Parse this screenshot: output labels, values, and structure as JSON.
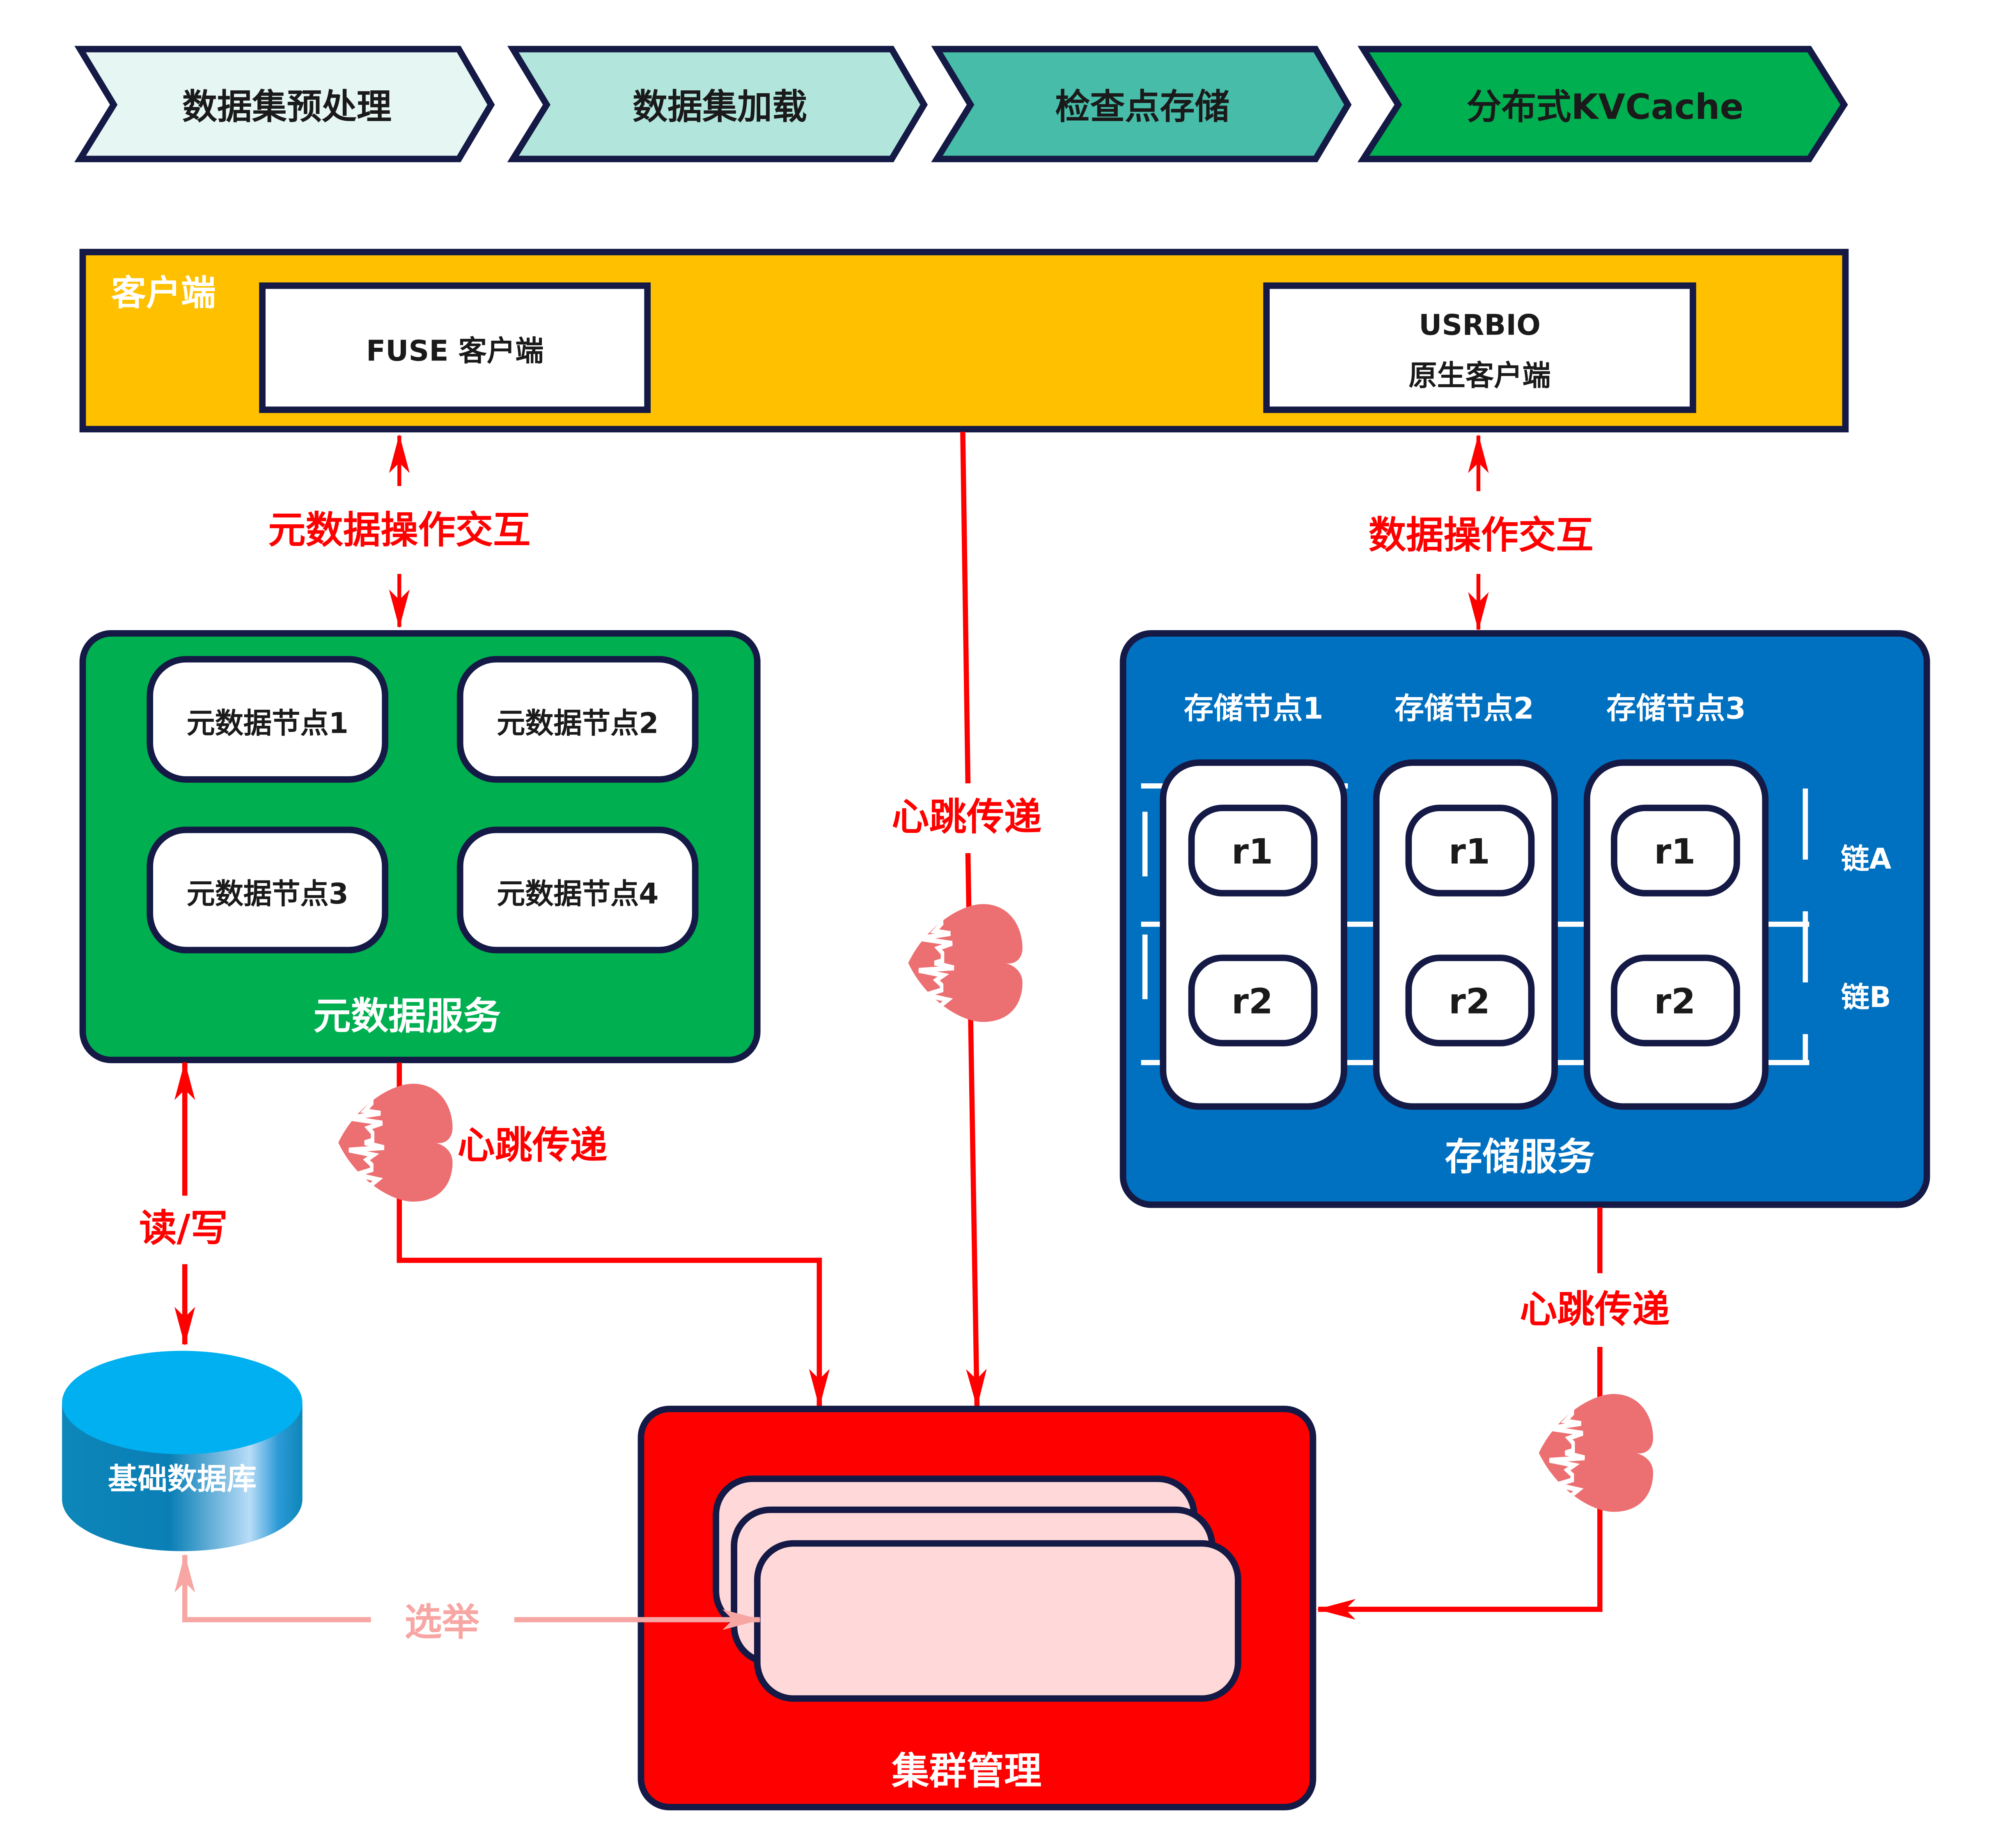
{
  "pipeline": {
    "steps": [
      {
        "label": "数据集预处理",
        "color": "#e6f6f3"
      },
      {
        "label": "数据集加载",
        "color": "#b2e6dd"
      },
      {
        "label": "检查点存储",
        "color": "#47bca9"
      },
      {
        "label": "分布式KVCache",
        "color": "#00af50"
      }
    ]
  },
  "client": {
    "title": "客户端",
    "color": "#ffc000",
    "fuse_label": "FUSE 客户端",
    "usrbio_line1": "USRBIO",
    "usrbio_line2": "原生客户端"
  },
  "links": {
    "meta_interaction": "元数据操作交互",
    "data_interaction": "数据操作交互",
    "heartbeat_center": "心跳传递",
    "heartbeat_meta": "心跳传递",
    "heartbeat_storage": "心跳传递",
    "read_write": "读/写",
    "election": "选举"
  },
  "metadata_service": {
    "title": "元数据服务",
    "color": "#00af50",
    "nodes": [
      "元数据节点1",
      "元数据节点2",
      "元数据节点3",
      "元数据节点4"
    ]
  },
  "storage_service": {
    "title": "存储服务",
    "color": "#0070c0",
    "nodes": [
      {
        "label": "存储节点1",
        "replicas": [
          "r1",
          "r2"
        ]
      },
      {
        "label": "存储节点2",
        "replicas": [
          "r1",
          "r2"
        ]
      },
      {
        "label": "存储节点3",
        "replicas": [
          "r1",
          "r2"
        ]
      }
    ],
    "chains": [
      "链A",
      "链B"
    ]
  },
  "database": {
    "label": "基础数据库",
    "color": "#00b0f0"
  },
  "cluster": {
    "title": "集群管理",
    "color": "#ff0000",
    "card_color": "#ffd9d9"
  },
  "colors": {
    "border": "#141a45",
    "arrow": "#ff0000",
    "election_arrow": "#f7a6a3",
    "heart": "#ec6f72"
  }
}
